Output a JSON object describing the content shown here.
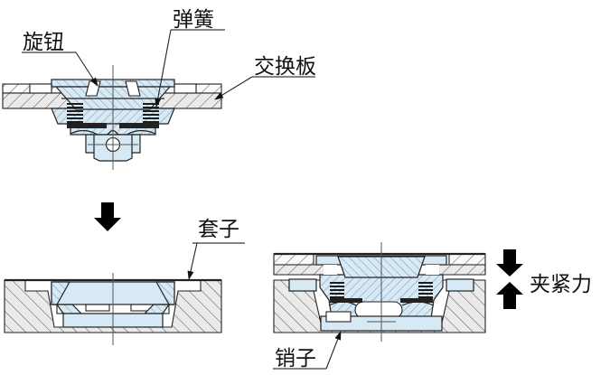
{
  "labels": {
    "knob": "旋钮",
    "spring": "弹簧",
    "exchange_plate": "交换板",
    "sleeve": "套子",
    "pin": "销子",
    "clamping_force": "夹紧力"
  },
  "colors": {
    "part_fill": "#d8e9f6",
    "metal_fill": "#eaeaea",
    "metal_fill_light": "#fafafa",
    "outline": "#222222",
    "hatch_metal": "#3f3f3f",
    "hatch_blue": "#6c8aa1",
    "arrow_fill": "#000000",
    "label_text": "#111111",
    "background": "#ffffff"
  }
}
